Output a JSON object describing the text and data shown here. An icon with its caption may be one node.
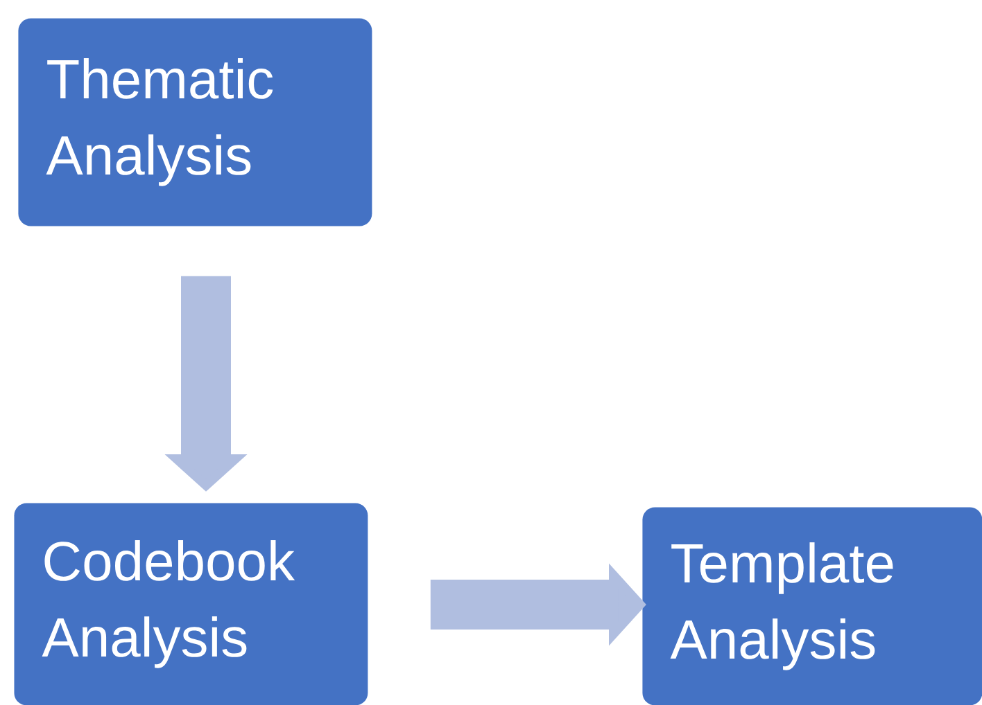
{
  "diagram": {
    "nodes": [
      {
        "text": [
          "Thematic Analysis"
        ]
      },
      {
        "text": [
          "Codebook Analysis"
        ]
      },
      {
        "text": [
          "Template Analysis"
        ]
      }
    ],
    "edges": [
      {
        "from": 0,
        "to": 1,
        "arrow": "to"
      },
      {
        "from": 1,
        "to": 2,
        "arrow": "to"
      }
    ]
  }
}
